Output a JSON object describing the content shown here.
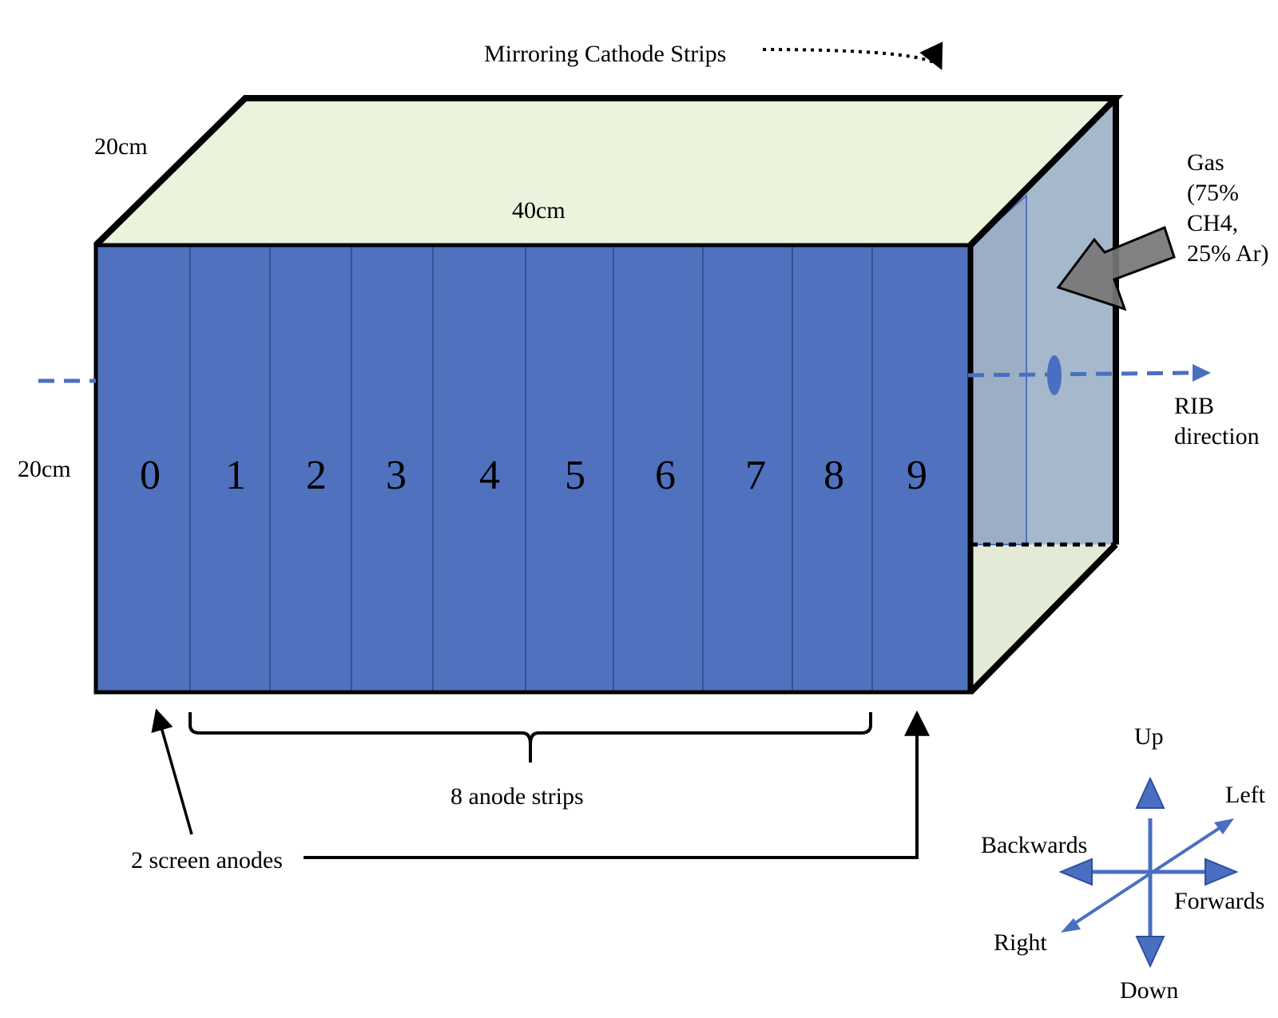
{
  "labels": {
    "mirroring": "Mirroring Cathode Strips",
    "depth": "20cm",
    "length": "40cm",
    "height": "20cm",
    "gas": [
      "Gas",
      "(75%",
      "CH4,",
      "25% Ar)"
    ],
    "rib": [
      "RIB",
      "direction"
    ],
    "anode_strips": "8 anode strips",
    "screen_anodes": "2 screen anodes"
  },
  "strips": [
    "0",
    "1",
    "2",
    "3",
    "4",
    "5",
    "6",
    "7",
    "8",
    "9"
  ],
  "compass": {
    "up": "Up",
    "down": "Down",
    "left": "Left",
    "right": "Right",
    "forwards": "Forwards",
    "backwards": "Backwards"
  },
  "colors": {
    "strip_fill": "#4f71be",
    "top_face": "#ebf3dd",
    "window": "#a6b8cc",
    "beam": "#4a6fc0",
    "gas_arrow": "#767676"
  }
}
